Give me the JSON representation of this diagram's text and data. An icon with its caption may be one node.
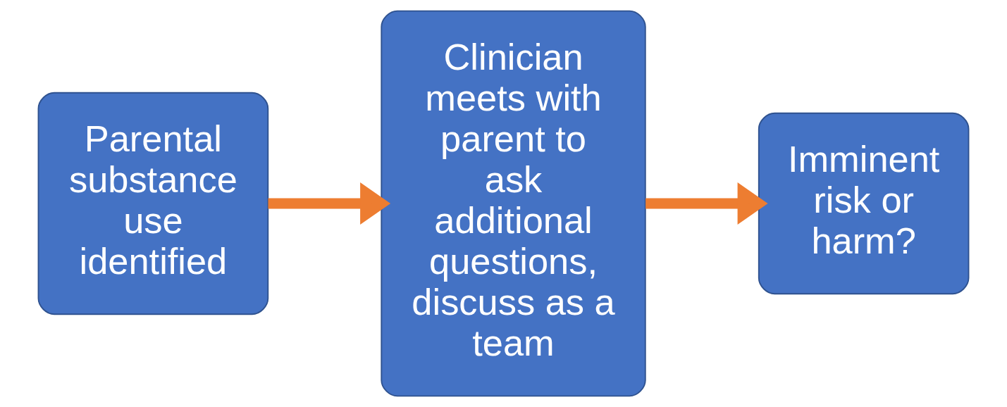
{
  "diagram": {
    "nodes": [
      {
        "text": [
          "Parental substance use identified"
        ]
      },
      {
        "text": [
          "Clinician meets with parent to ask additional questions, discuss as a team"
        ]
      },
      {
        "text": [
          "Imminent risk or harm?"
        ]
      }
    ],
    "edges": [
      {
        "from": 0,
        "to": 1,
        "arrow": "to"
      },
      {
        "from": 1,
        "to": 2,
        "arrow": "to"
      }
    ]
  }
}
